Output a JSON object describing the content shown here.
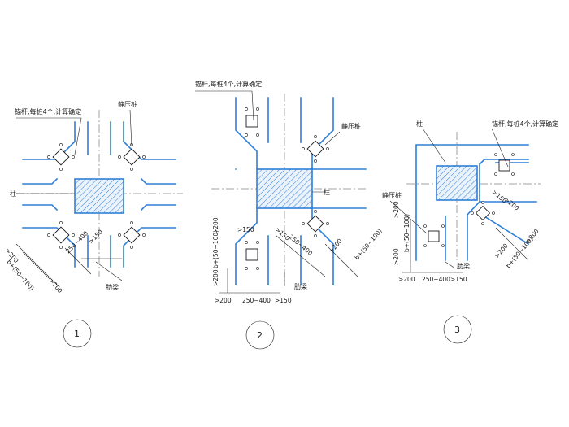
{
  "labels": {
    "anchor": "锚杆,每桩4个,计算确定",
    "static_pile": "静压桩",
    "column": "柱",
    "rib_beam": "肋梁"
  },
  "dims": {
    "ge200": ">200",
    "ge150": ">150",
    "range_250_400": "250~400",
    "b_plus": "b+(50~100)"
  },
  "figures": [
    "1",
    "2",
    "3"
  ],
  "colors": {
    "wall": "#2f7fd8",
    "line": "#1a1a1a"
  }
}
